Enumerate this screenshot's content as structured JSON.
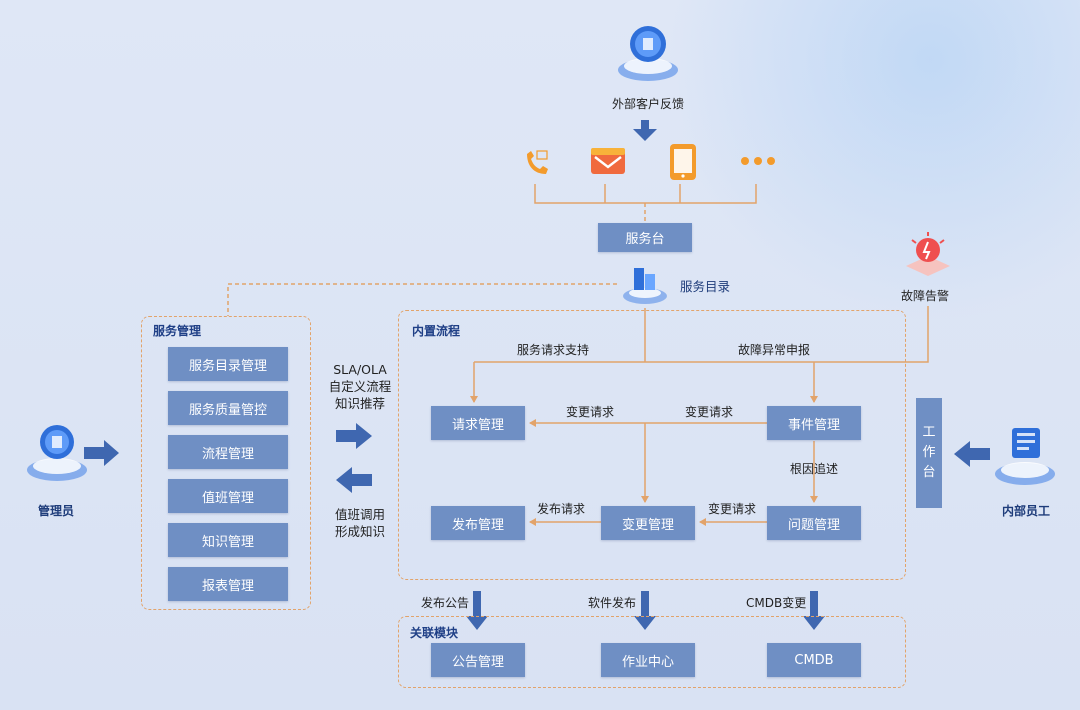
{
  "nodes": {
    "customer_feedback": "外部客户反馈",
    "service_desk": "服务台",
    "service_catalog": "服务目录",
    "fault_alarm": "故障告警",
    "admin": "管理员",
    "employee": "内部员工"
  },
  "channels": [
    "phone-icon",
    "email-icon",
    "mobile-icon",
    "more-icon"
  ],
  "service_mgmt": {
    "title": "服务管理",
    "items": [
      "服务目录管理",
      "服务质量管控",
      "流程管理",
      "值班管理",
      "知识管理",
      "报表管理"
    ]
  },
  "middle": {
    "top_lines": [
      "SLA/OLA",
      "自定义流程",
      "知识推荐"
    ],
    "bottom_lines": [
      "值班调用",
      "形成知识"
    ]
  },
  "builtin": {
    "title": "内置流程",
    "request_mgmt": "请求管理",
    "incident_mgmt": "事件管理",
    "release_mgmt": "发布管理",
    "change_mgmt": "变更管理",
    "problem_mgmt": "问题管理",
    "service_request_support": "服务请求支持",
    "fault_report": "故障异常申报",
    "change_request_a": "变更请求",
    "change_request_b": "变更请求",
    "root_cause": "根因追述",
    "release_request": "发布请求",
    "change_request_c": "变更请求"
  },
  "workbench": [
    "工",
    "作",
    "台"
  ],
  "related": {
    "title": "关联模块",
    "items": [
      "公告管理",
      "作业中心",
      "CMDB"
    ],
    "arrow_labels": [
      "发布公告",
      "软件发布",
      "CMDB变更"
    ]
  },
  "colors": {
    "box": "#6f8fc4",
    "dash": "#e2a36a",
    "arrow_blue": "#3f67b0",
    "orange": "#f39b2c"
  }
}
